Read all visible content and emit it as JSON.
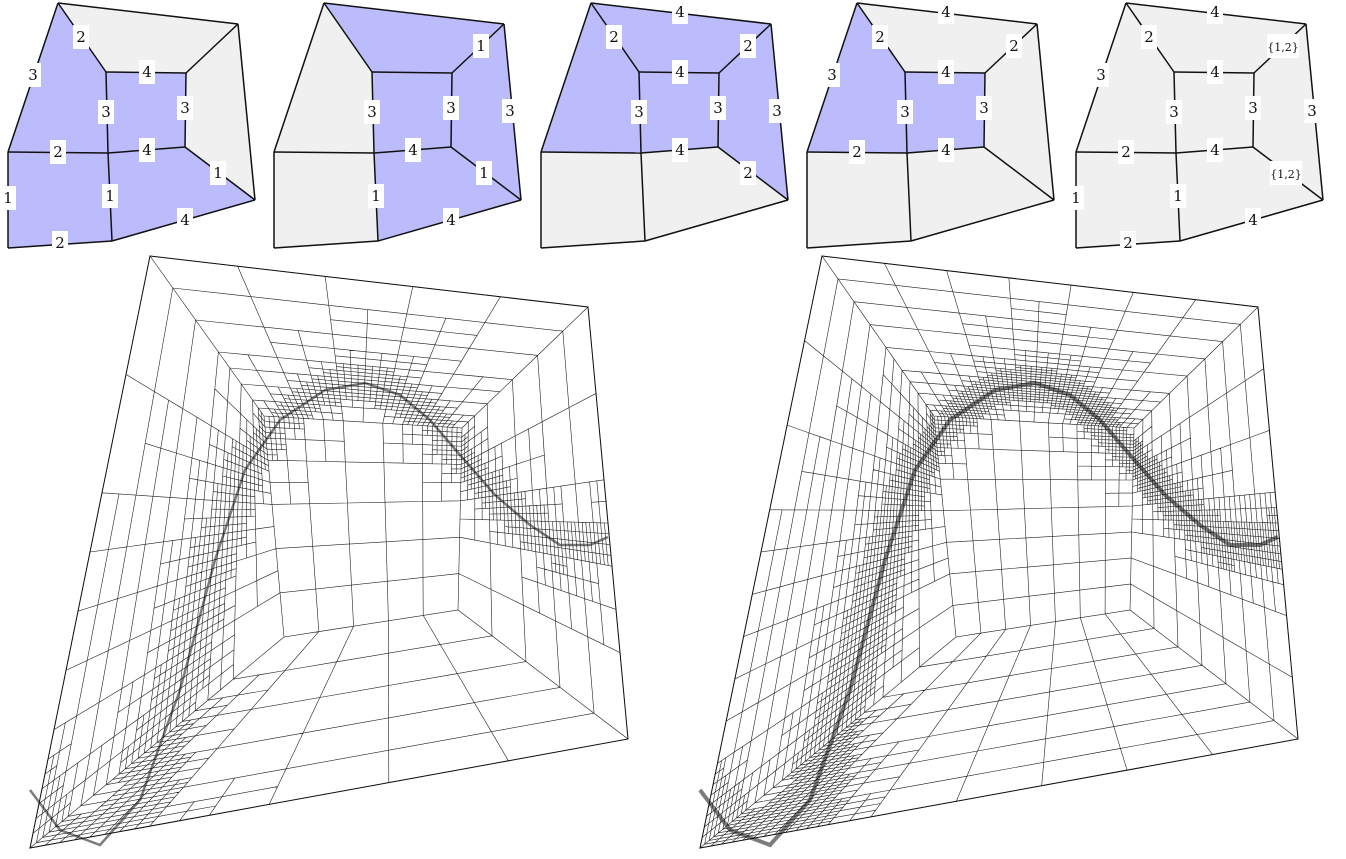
{
  "colors": {
    "active": "#bcbcfc",
    "inactive": "#f0f0f0",
    "stroke": "#111111",
    "mesh": "#222222",
    "background": "#ffffff"
  },
  "patch_diagrams": [
    {
      "shaded": [
        "tl",
        "bl",
        "br"
      ],
      "labels": {
        "T3": "3",
        "T4": "2",
        "T5": "4",
        "T7": "3",
        "T8": "3",
        "T9": "4",
        "T10": "2",
        "T11": "1",
        "T12": "1",
        "T13": "1",
        "T14": "2",
        "T15": "4"
      }
    },
    {
      "shaded": [
        "br",
        "tr"
      ],
      "labels": {
        "T6": "1",
        "T7": "3",
        "T8": "3",
        "T9": "4",
        "T12": "1",
        "T13": "1",
        "T15": "4",
        "T16": "3"
      }
    },
    {
      "shaded": [
        "tl",
        "tr"
      ],
      "labels": {
        "T1": "4",
        "T4": "2",
        "T5": "4",
        "T6": "2",
        "T7": "3",
        "T8": "3",
        "T9": "4",
        "T16": "3",
        "T17": "2"
      }
    },
    {
      "shaded": [
        "tl"
      ],
      "labels": {
        "T1": "4",
        "T3": "3",
        "T4": "2",
        "T5": "4",
        "T6": "2",
        "T7": "3",
        "T8": "3",
        "T9": "4",
        "T10": "2"
      }
    },
    {
      "shaded": [],
      "labels": {
        "T1": "4",
        "T3": "3",
        "T4": "2",
        "T5": "4",
        "T6": "{1,2}",
        "T7": "3",
        "T8": "3",
        "T9": "4",
        "T10": "2",
        "T11": "1",
        "T12": "1",
        "T13": "{1,2}",
        "T14": "2",
        "T15": "4",
        "T16": "3"
      }
    }
  ],
  "meshes": [
    {
      "name": "left-refined-mesh",
      "refinement": "coarse"
    },
    {
      "name": "right-refined-mesh",
      "refinement": "fine"
    }
  ]
}
